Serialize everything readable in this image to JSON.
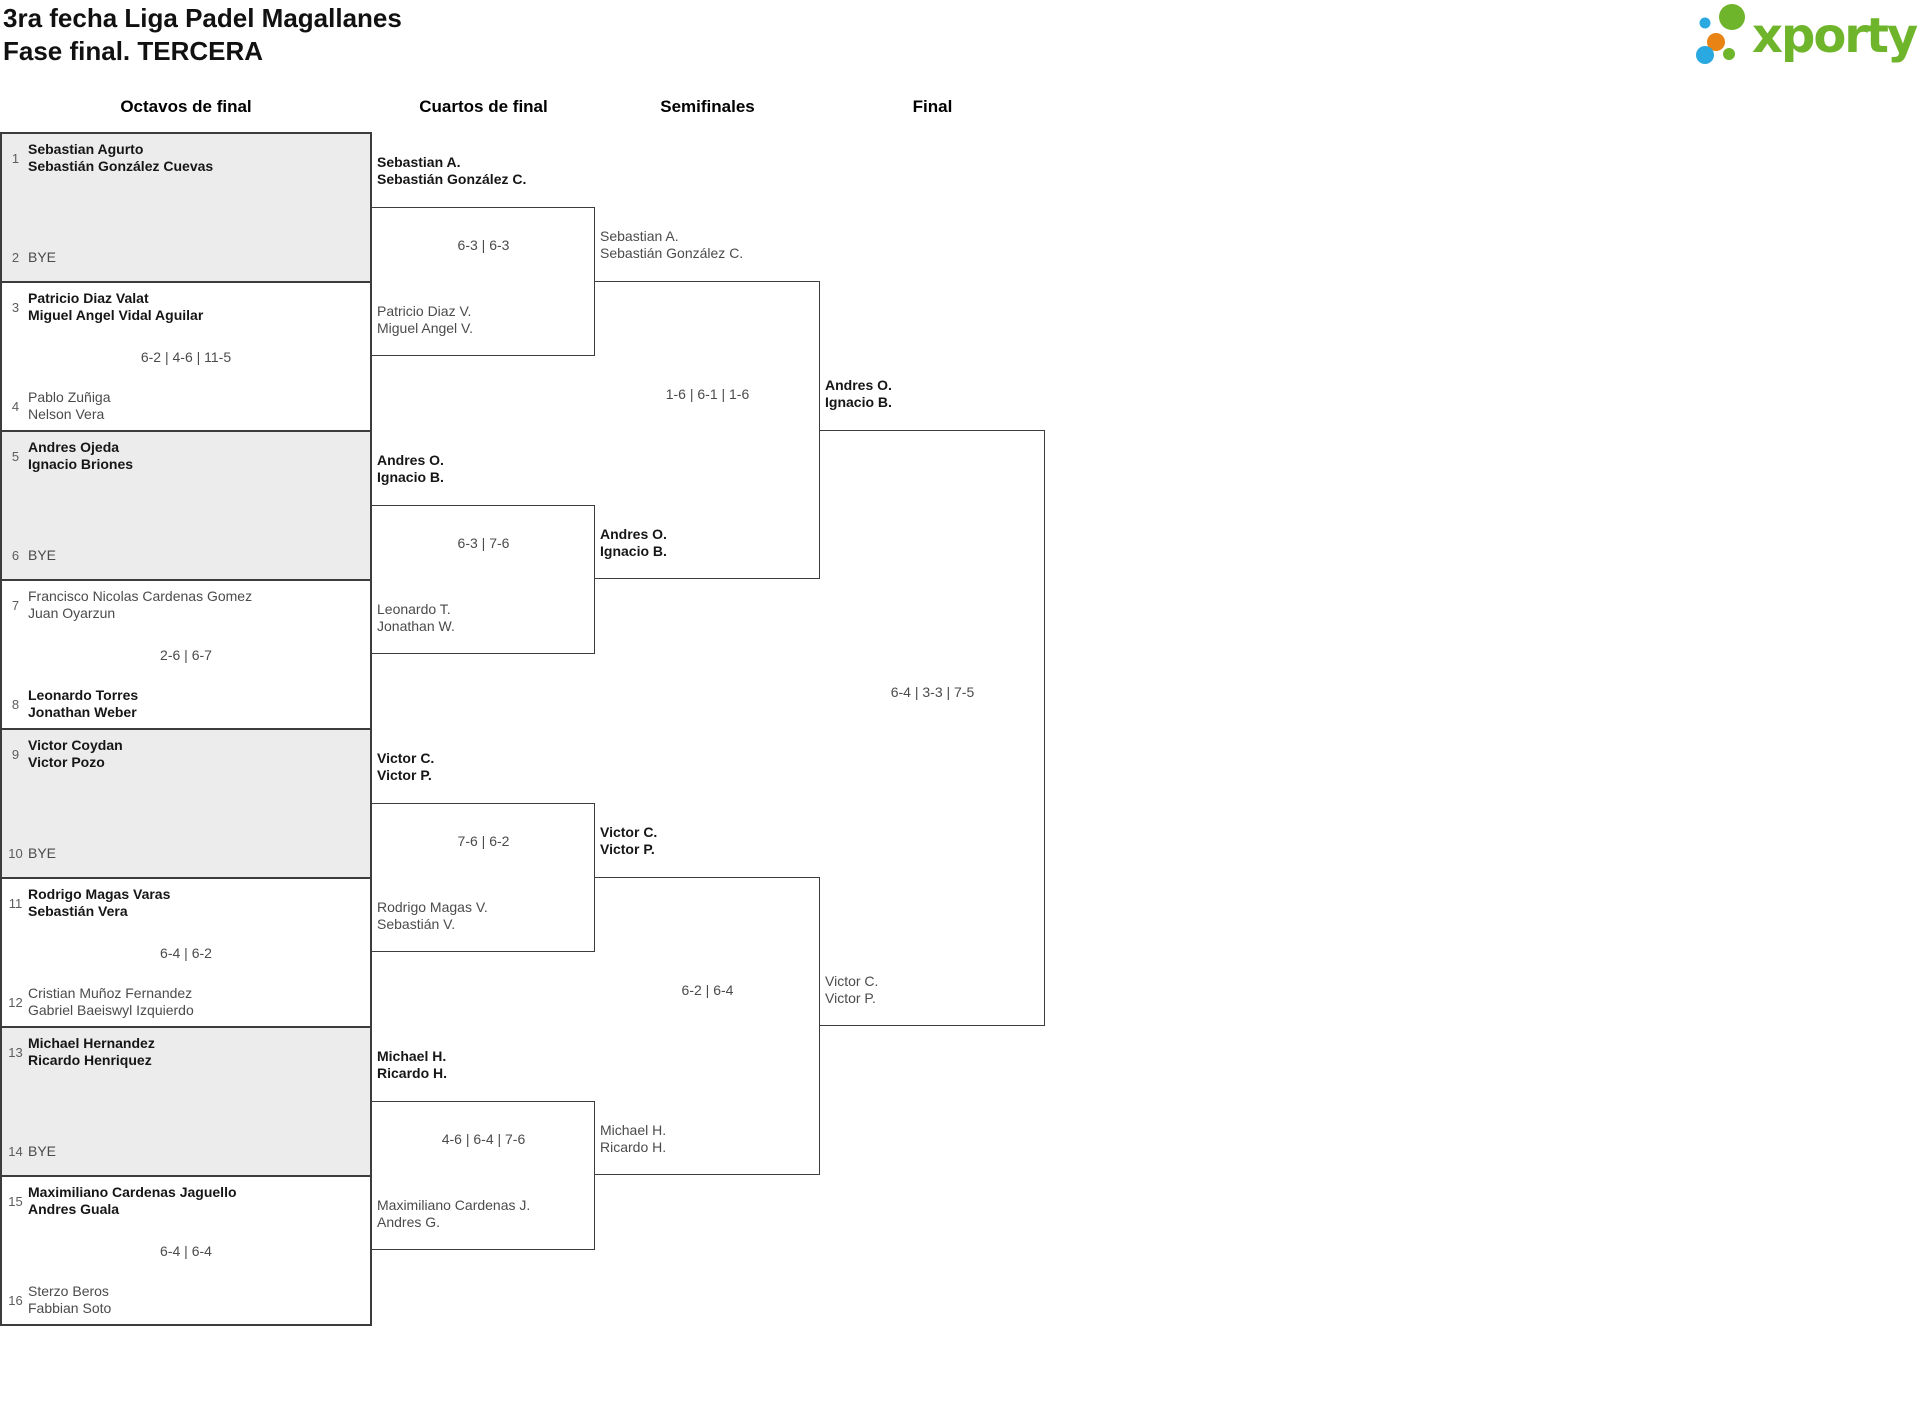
{
  "title": {
    "line1": "3ra fecha Liga Padel Magallanes",
    "line2": "Fase final. TERCERA"
  },
  "logo": {
    "text": "xporty",
    "text_color": "#6fb52c",
    "dot_blue": "#2aa9e0",
    "dot_green": "#6fb52c",
    "dot_orange": "#e98414"
  },
  "colors": {
    "bye_fill": "#ececec",
    "border": "#3c3c3c",
    "winner_text": "#161616",
    "regular_text": "#4b4b4b"
  },
  "headers": {
    "r16": "Octavos de final",
    "qf": "Cuartos de final",
    "sf": "Semifinales",
    "final": "Final"
  },
  "octavos": [
    {
      "seed_top": "1",
      "top_line1": "Sebastian Agurto",
      "top_line2": "Sebastián González Cuevas",
      "top_winner": true,
      "seed_bottom": "2",
      "bottom_line1": "BYE",
      "bottom_winner": false,
      "score": ""
    },
    {
      "seed_top": "3",
      "top_line1": "Patricio Diaz Valat",
      "top_line2": "Miguel Angel Vidal Aguilar",
      "top_winner": true,
      "seed_bottom": "4",
      "bottom_line1": "Pablo Zuñiga",
      "bottom_line2": "Nelson Vera",
      "bottom_winner": false,
      "score": "6-2 | 4-6 | 11-5"
    },
    {
      "seed_top": "5",
      "top_line1": "Andres Ojeda",
      "top_line2": "Ignacio Briones",
      "top_winner": true,
      "seed_bottom": "6",
      "bottom_line1": "BYE",
      "bottom_winner": false,
      "score": ""
    },
    {
      "seed_top": "7",
      "top_line1": "Francisco Nicolas Cardenas Gomez",
      "top_line2": "Juan Oyarzun",
      "top_winner": false,
      "seed_bottom": "8",
      "bottom_line1": "Leonardo Torres",
      "bottom_line2": "Jonathan Weber",
      "bottom_winner": true,
      "score": "2-6 | 6-7"
    },
    {
      "seed_top": "9",
      "top_line1": "Victor Coydan",
      "top_line2": "Victor Pozo",
      "top_winner": true,
      "seed_bottom": "10",
      "bottom_line1": "BYE",
      "bottom_winner": false,
      "score": ""
    },
    {
      "seed_top": "11",
      "top_line1": "Rodrigo Magas Varas",
      "top_line2": "Sebastián Vera",
      "top_winner": true,
      "seed_bottom": "12",
      "bottom_line1": "Cristian Muñoz Fernandez",
      "bottom_line2": "Gabriel Baeiswyl Izquierdo",
      "bottom_winner": false,
      "score": "6-4 | 6-2"
    },
    {
      "seed_top": "13",
      "top_line1": "Michael Hernandez",
      "top_line2": "Ricardo Henriquez",
      "top_winner": true,
      "seed_bottom": "14",
      "bottom_line1": "BYE",
      "bottom_winner": false,
      "score": ""
    },
    {
      "seed_top": "15",
      "top_line1": "Maximiliano Cardenas Jaguello",
      "top_line2": "Andres Guala",
      "top_winner": true,
      "seed_bottom": "16",
      "bottom_line1": "Sterzo Beros",
      "bottom_line2": "Fabbian Soto",
      "bottom_winner": false,
      "score": "6-4 | 6-4"
    }
  ],
  "cuartos": [
    {
      "top_line1": "Sebastian A.",
      "top_line2": "Sebastián González C.",
      "top_winner": true,
      "bottom_line1": "Patricio Diaz V.",
      "bottom_line2": "Miguel Angel V.",
      "bottom_winner": false,
      "score": "6-3 | 6-3"
    },
    {
      "top_line1": "Andres O.",
      "top_line2": "Ignacio B.",
      "top_winner": true,
      "bottom_line1": "Leonardo T.",
      "bottom_line2": "Jonathan W.",
      "bottom_winner": false,
      "score": "6-3 | 7-6"
    },
    {
      "top_line1": "Victor C.",
      "top_line2": "Victor P.",
      "top_winner": true,
      "bottom_line1": "Rodrigo Magas V.",
      "bottom_line2": "Sebastián V.",
      "bottom_winner": false,
      "score": "7-6 | 6-2"
    },
    {
      "top_line1": "Michael H.",
      "top_line2": "Ricardo H.",
      "top_winner": true,
      "bottom_line1": "Maximiliano Cardenas J.",
      "bottom_line2": "Andres G.",
      "bottom_winner": false,
      "score": "4-6 | 6-4 | 7-6"
    }
  ],
  "semifinales": [
    {
      "top_line1": "Sebastian A.",
      "top_line2": "Sebastián González C.",
      "top_winner": false,
      "bottom_line1": "Andres O.",
      "bottom_line2": "Ignacio B.",
      "bottom_winner": true,
      "score": "1-6 | 6-1 | 1-6"
    },
    {
      "top_line1": "Victor C.",
      "top_line2": "Victor P.",
      "top_winner": true,
      "bottom_line1": "Michael H.",
      "bottom_line2": "Ricardo H.",
      "bottom_winner": false,
      "score": "6-2 | 6-4"
    }
  ],
  "final": {
    "top_line1": "Andres O.",
    "top_line2": "Ignacio B.",
    "top_winner": true,
    "bottom_line1": "Victor C.",
    "bottom_line2": "Victor P.",
    "bottom_winner": false,
    "score": "6-4 | 3-3 | 7-5"
  }
}
